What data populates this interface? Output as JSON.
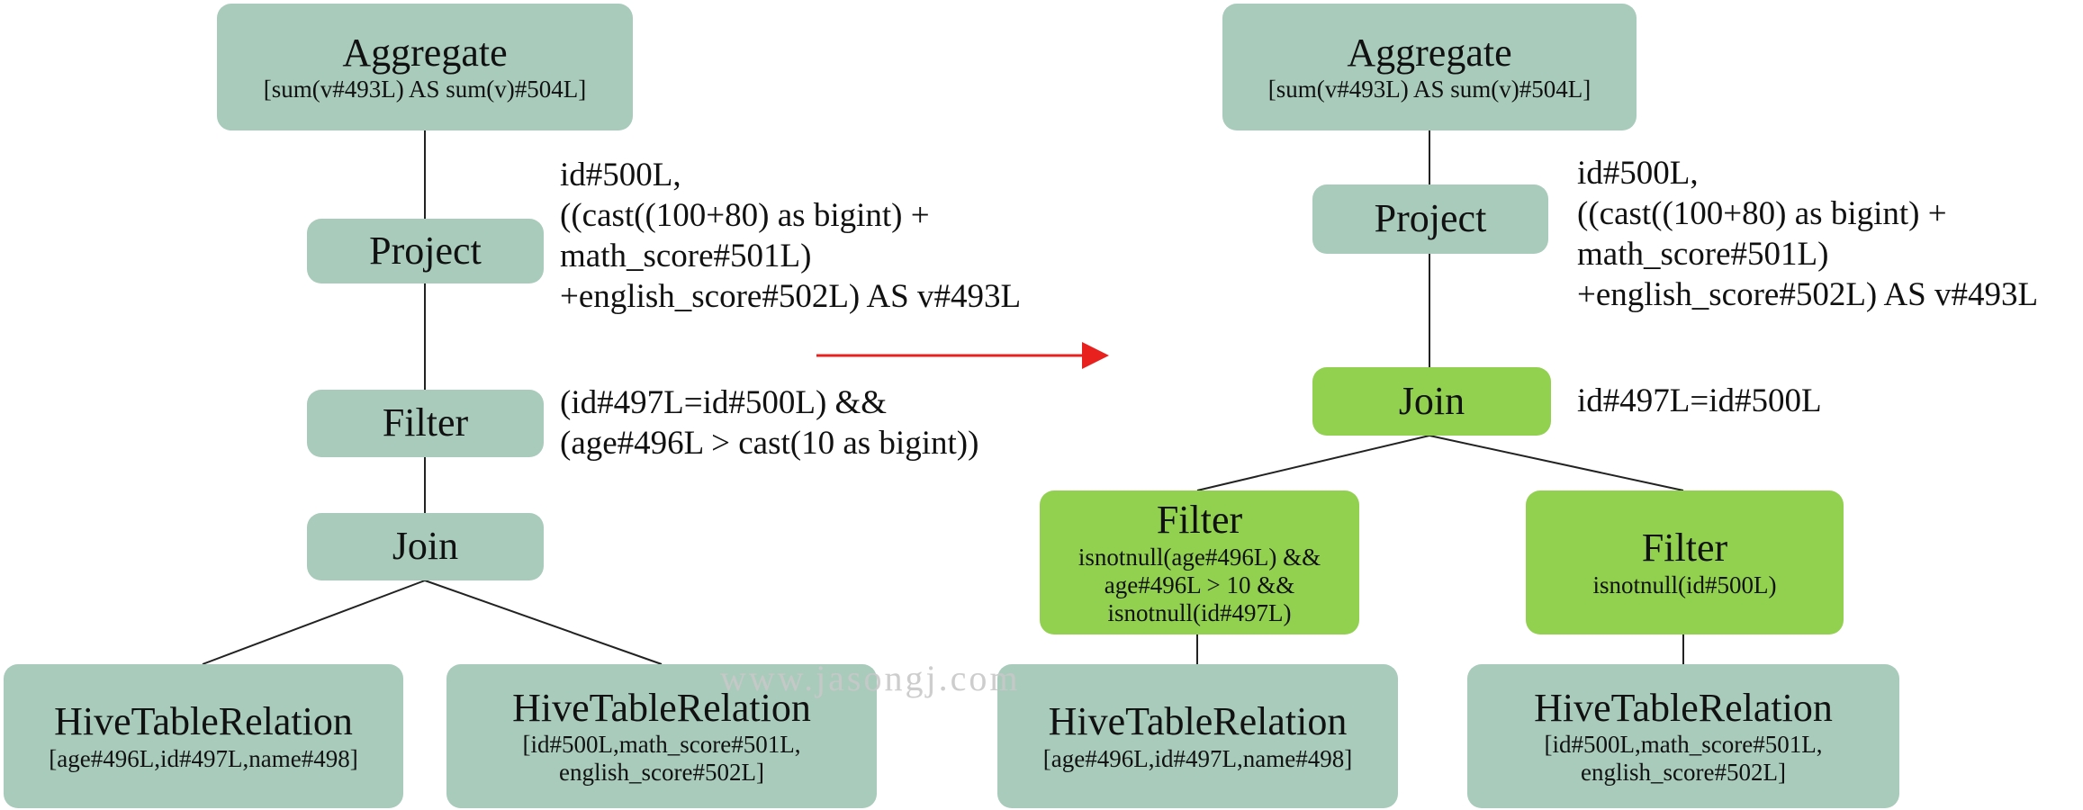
{
  "left": {
    "aggregate": {
      "title": "Aggregate",
      "detail": "[sum(v#493L) AS sum(v)#504L]"
    },
    "project": {
      "title": "Project",
      "note": [
        "id#500L,",
        "((cast((100+80) as bigint) +",
        "math_score#501L)",
        "+english_score#502L) AS v#493L"
      ]
    },
    "filter": {
      "title": "Filter",
      "note": [
        "(id#497L=id#500L) &&",
        "(age#496L > cast(10 as bigint))"
      ]
    },
    "join": {
      "title": "Join"
    },
    "table1": {
      "title": "HiveTableRelation",
      "detail": "[age#496L,id#497L,name#498]"
    },
    "table2": {
      "title": "HiveTableRelation",
      "detail": [
        "[id#500L,math_score#501L,",
        "english_score#502L]"
      ]
    }
  },
  "right": {
    "aggregate": {
      "title": "Aggregate",
      "detail": "[sum(v#493L) AS sum(v)#504L]"
    },
    "project": {
      "title": "Project",
      "note": [
        "id#500L,",
        "((cast((100+80) as bigint) +",
        "math_score#501L)",
        "+english_score#502L) AS v#493L"
      ]
    },
    "join": {
      "title": "Join",
      "note": "id#497L=id#500L"
    },
    "filter1": {
      "title": "Filter",
      "detail": [
        "isnotnull(age#496L) &&",
        "age#496L > 10 &&",
        "isnotnull(id#497L)"
      ]
    },
    "filter2": {
      "title": "Filter",
      "detail": "isnotnull(id#500L)"
    },
    "table1": {
      "title": "HiveTableRelation",
      "detail": "[age#496L,id#497L,name#498]"
    },
    "table2": {
      "title": "HiveTableRelation",
      "detail": [
        "[id#500L,math_score#501L,",
        "english_score#502L]"
      ]
    }
  },
  "watermark": "www.jasongj.com",
  "colors": {
    "node": "#a8cbbb",
    "highlight": "#92d050",
    "arrow": "#e8201e",
    "edge": "#222222"
  }
}
